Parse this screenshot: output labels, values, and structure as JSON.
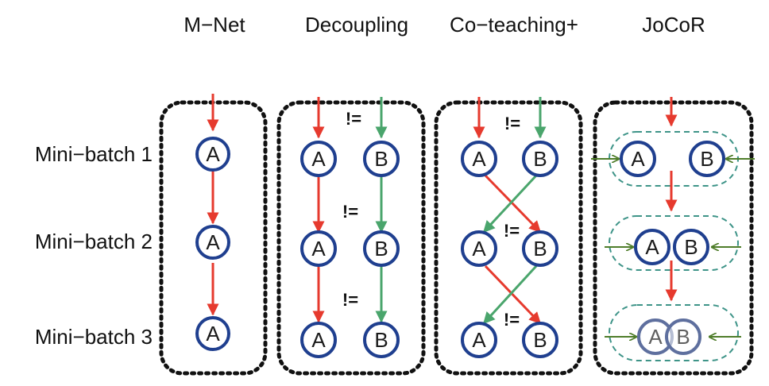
{
  "columns": [
    "M−Net",
    "Decoupling",
    "Co−teaching+",
    "JoCoR"
  ],
  "rows": [
    "Mini−batch 1",
    "Mini−batch 2",
    "Mini−batch 3"
  ],
  "nodes": {
    "a": "A",
    "b": "B"
  },
  "neq": "!=",
  "colors": {
    "red": "#e63a2e",
    "green": "#4aa56c",
    "node_stroke": "#1f3f8f",
    "group": "#3e9488",
    "agreement": "#4f7d2a"
  }
}
